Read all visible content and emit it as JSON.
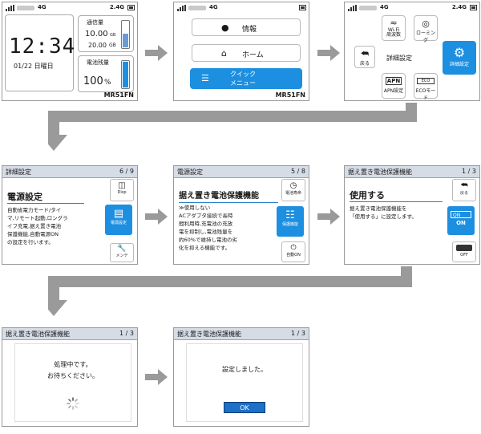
{
  "common": {
    "network": "4G",
    "band": "2.4G"
  },
  "screen1": {
    "time": "12:34",
    "date": "01/22 日曜日",
    "data_title": "通信量",
    "data_used": "10.00",
    "data_used_unit": "GB",
    "data_total": "20.00",
    "data_total_unit": "GB",
    "battery_title": "電池残量",
    "battery_value": "100",
    "battery_unit": "%",
    "model": "MR51FN"
  },
  "screen2": {
    "info_label": "情報",
    "home_label": "ホーム",
    "quick_label_1": "クイック",
    "quick_label_2": "メニュー",
    "model": "MR51FN"
  },
  "screen3": {
    "wifi_label": "Wi-Fi\n周波数",
    "roaming_label": "ローミング",
    "back_label": "戻る",
    "center_label": "詳細設定",
    "detail_label": "詳細設定",
    "apn_label": "APN設定",
    "eco_label": "ECOモード"
  },
  "screen4": {
    "title": "詳細設定",
    "page": "6 / 9",
    "heading": "電源設定",
    "body": [
      "自動省電力モード/タイ",
      "マ,リモート起動,ロングラ",
      "イフ充電,据え置き電池",
      "保護機能,自動電源ON",
      "の設定を行います。"
    ],
    "disp_label": "Disp",
    "power_label": "電源設定",
    "maint_label": "メンテ"
  },
  "screen5": {
    "title": "電源設定",
    "page": "5 / 8",
    "heading": "据え置き電池保護機能",
    "body": [
      "≫使用しない",
      "ACアダプタ接続で長時",
      "間利用時,充電池の充放",
      "電を抑制し,電池残量を",
      "約60%で維持し電池の劣",
      "化を抑える機能です。"
    ],
    "life_label": "電池寿命",
    "protect_label": "保護機能",
    "auto_label": "自動ON"
  },
  "screen6": {
    "title": "据え置き電池保護機能",
    "page": "1 / 3",
    "heading": "使用する",
    "body": [
      "据え置き電池保護機能を",
      "「使用する」に設定します。"
    ],
    "back_label": "戻る",
    "on_label": "ON",
    "off_label": "OFF"
  },
  "screen7": {
    "title": "据え置き電池保護機能",
    "page": "1 / 3",
    "msg1": "処理中です。",
    "msg2": "お待ちください。"
  },
  "screen8": {
    "title": "据え置き電池保護機能",
    "page": "1 / 3",
    "msg": "設定しました。",
    "ok_label": "OK"
  }
}
